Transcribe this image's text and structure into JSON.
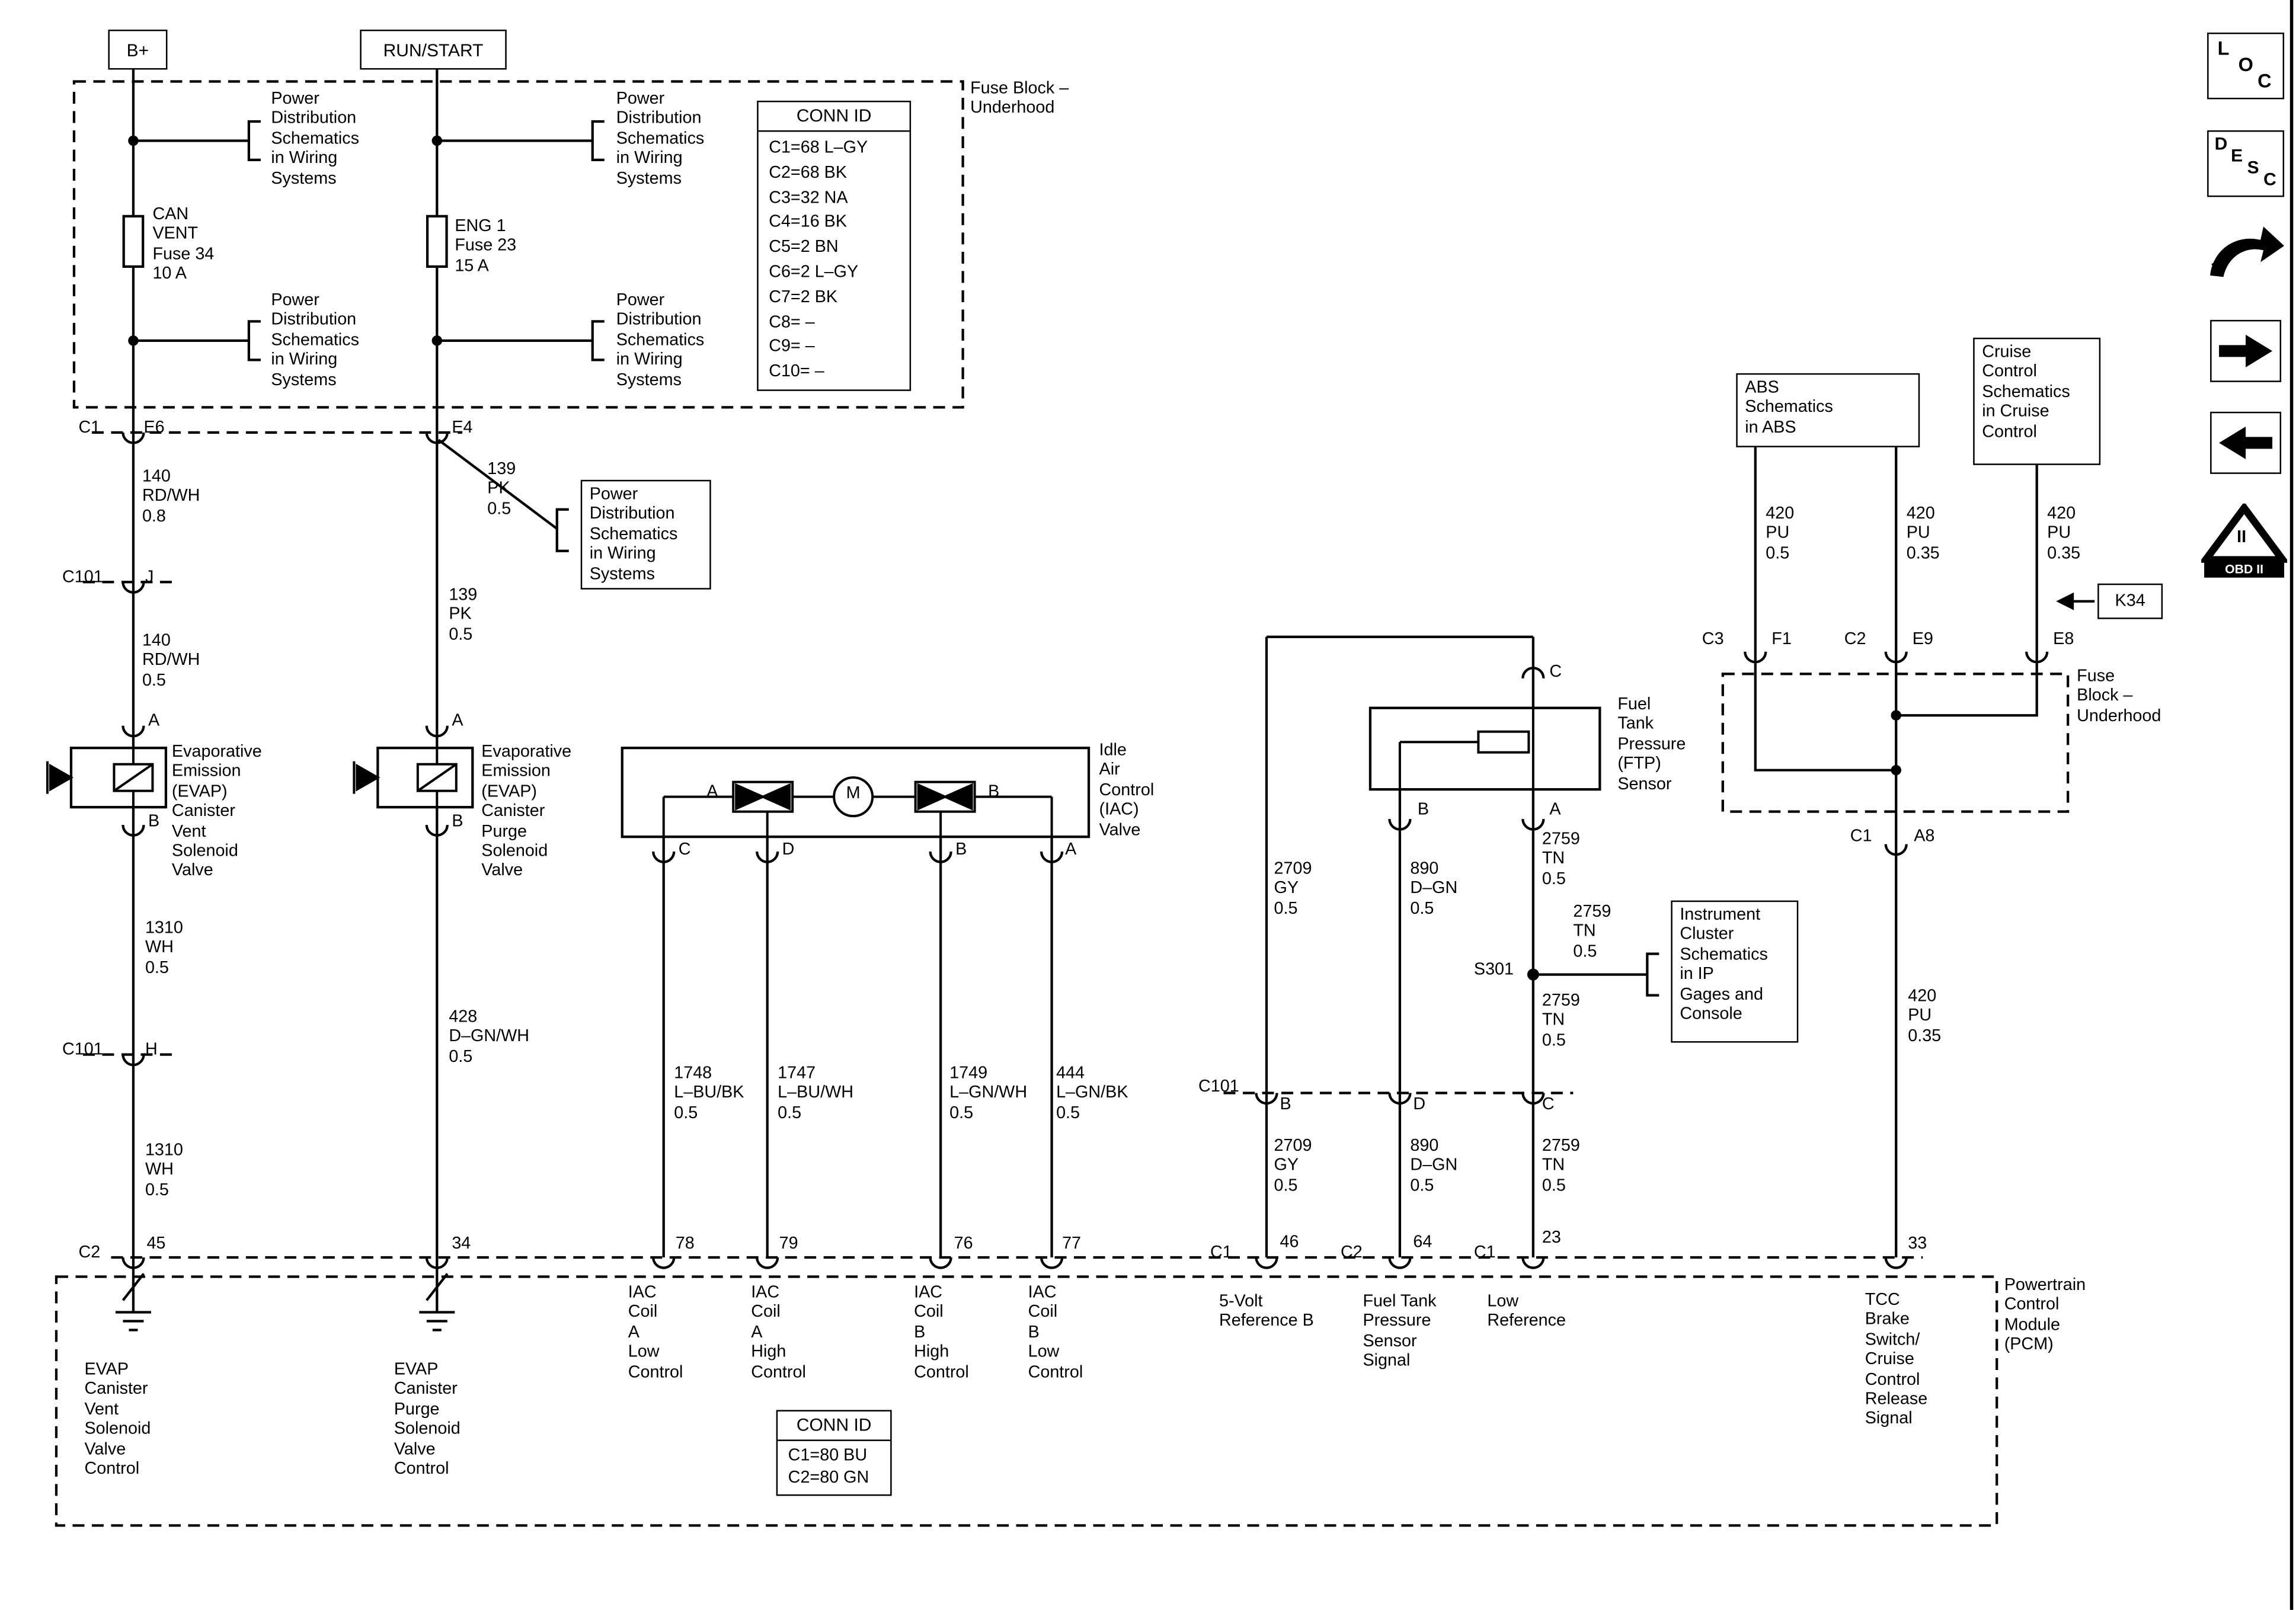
{
  "power": {
    "b_plus": "B+",
    "run_start": "RUN/START",
    "power_dist": "Power\nDistribution\nSchematics\nin Wiring\nSystems",
    "can_vent_fuse": "CAN\nVENT\nFuse 34\n10 A",
    "eng1_fuse": "ENG 1\nFuse 23\n15 A",
    "fuse_block_top": "Fuse Block –\nUnderhood",
    "fuse_block_right": "Fuse\nBlock –\nUnderhood"
  },
  "conn_id_top": {
    "title": "CONN ID",
    "rows": [
      "C1=68 L–GY",
      "C2=68 BK",
      "C3=32 NA",
      "C4=16 BK",
      "C5=2 BN",
      "C6=2 L–GY",
      "C7=2 BK",
      "C8= –",
      "C9= –",
      "C10= –"
    ]
  },
  "conn_id_bottom": {
    "title": "CONN ID",
    "rows": [
      "C1=80 BU",
      "C2=80 GN"
    ]
  },
  "components": {
    "evap_vent": "Evaporative\nEmission\n(EVAP)\nCanister\nVent\nSolenoid\nValve",
    "evap_purge": "Evaporative\nEmission\n(EVAP)\nCanister\nPurge\nSolenoid\nValve",
    "iac": "Idle\nAir\nControl\n(IAC)\nValve",
    "ftp": "Fuel\nTank\nPressure\n(FTP)\nSensor",
    "instrument_cluster": "Instrument\nCluster\nSchematics\nin IP\nGages and\nConsole",
    "abs": "ABS\nSchematics\nin ABS",
    "cruise": "Cruise\nControl\nSchematics\nin Cruise\nControl",
    "pcm": "Powertrain\nControl\nModule\n(PCM)",
    "k34": "K34"
  },
  "wires": {
    "w140_08": "140\nRD/WH\n0.8",
    "w140_05": "140\nRD/WH\n0.5",
    "w139": "139\nPK\n0.5",
    "w1310": "1310\nWH\n0.5",
    "w428": "428\nD–GN/WH\n0.5",
    "w1748": "1748\nL–BU/BK\n0.5",
    "w1747": "1747\nL–BU/WH\n0.5",
    "w1749": "1749\nL–GN/WH\n0.5",
    "w444": "444\nL–GN/BK\n0.5",
    "w2709": "2709\nGY\n0.5",
    "w890": "890\nD–GN\n0.5",
    "w2759": "2759\nTN\n0.5",
    "w420_05": "420\nPU\n0.5",
    "w420_035": "420\nPU\n0.35"
  },
  "pins": {
    "c1": "C1",
    "c2": "C2",
    "c3": "C3",
    "c101": "C101",
    "e6": "E6",
    "e4": "E4",
    "e8": "E8",
    "e9": "E9",
    "f1": "F1",
    "a8": "A8",
    "j": "J",
    "h": "H",
    "a": "A",
    "b": "B",
    "c": "C",
    "d": "D",
    "m": "M",
    "s301": "S301",
    "t45": "45",
    "t34": "34",
    "t78": "78",
    "t79": "79",
    "t76": "76",
    "t77": "77",
    "t46": "46",
    "t64": "64",
    "t23": "23",
    "t33": "33"
  },
  "pcm_signals": {
    "evap_vent_control": "EVAP\nCanister\nVent\nSolenoid\nValve\nControl",
    "evap_purge_control": "EVAP\nCanister\nPurge\nSolenoid\nValve\nControl",
    "iac_a_low": "IAC\nCoil\nA\nLow\nControl",
    "iac_a_high": "IAC\nCoil\nA\nHigh\nControl",
    "iac_b_high": "IAC\nCoil\nB\nHigh\nControl",
    "iac_b_low": "IAC\nCoil\nB\nLow\nControl",
    "ref_5v": "5-Volt\nReference B",
    "ftp_signal": "Fuel Tank\nPressure\nSensor\nSignal",
    "low_ref": "Low\nReference",
    "tcc": "TCC\nBrake\nSwitch/\nCruise\nControl\nRelease\nSignal"
  },
  "sidebar": {
    "loc": [
      "L",
      "O",
      "C"
    ],
    "desc": [
      "D",
      "E",
      "S",
      "C"
    ],
    "obd_numeral": "II",
    "obd_label": "OBD II"
  },
  "colors": {
    "line": "#000000",
    "background": "#ffffff"
  }
}
